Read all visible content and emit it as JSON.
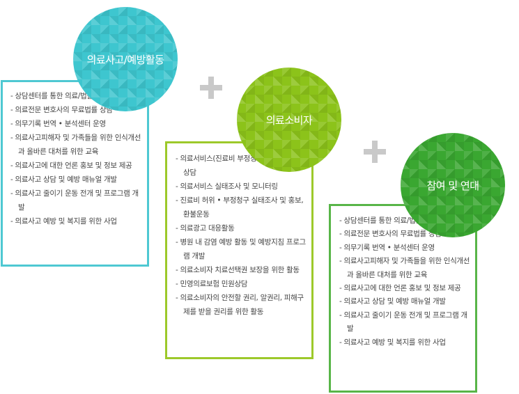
{
  "colors": {
    "circle1": "#3ec6cf",
    "circle2": "#8cc31a",
    "circle3": "#3aa731",
    "box1_border": "#4ec8d2",
    "box2_border": "#9dc92a",
    "box3_border": "#58b548",
    "plus": "#c9c9c9"
  },
  "circles": [
    {
      "label": "의료사고/예방활동"
    },
    {
      "label": "의료소비자"
    },
    {
      "label": "참여 및 연대"
    }
  ],
  "boxes": [
    {
      "items": [
        "- 상담센터를 통한 의료/법률 상담",
        "- 의료전문 변호사의 무료법률 상담",
        "- 의무기록 번역 • 분석센터 운영",
        "- 의료사고피해자 및 가족들을 위한 인식개선과 올바른 대처를 위한 교육",
        "- 의료사고에 대한 언론 홍보 및 정보 제공",
        "- 의료사고 상담 및 예방 매뉴얼 개발",
        "- 의료사고 줄이기 운동 전개 및 프로그램 개발",
        "- 의료사고 예방 및 복지를 위한 사업"
      ]
    },
    {
      "items": [
        "- 의료서비스(진료비 부정청구,보험피해사례) 상담",
        "- 의료서비스 실태조사 및 모니터링",
        "- 진료비 허위 • 부정청구 실태조사 및 홍보, 환불운동",
        "- 의료광고 대응활동",
        "- 병원 내 감염 예방 활동 및 예방지침 프로그램 개발",
        "- 의료소비자 치료선택권 보장을 위한 활동",
        "- 민영의료보험 민원상담",
        "- 의료소비자의 안전할 권리, 알권리, 피해구제를 받을 권리를 위한 활동"
      ]
    },
    {
      "items": [
        "- 상담센터를 통한 의료/법률 상담",
        "- 의료전문 변호사의 무료법률 상담",
        "- 의무기록 번역 • 분석센터 운영",
        "- 의료사고피해자 및 가족들을 위한 인식개선과 올바른 대처를 위한 교육",
        "- 의료사고에 대한 언론 홍보 및 정보 제공",
        "- 의료사고 상담 및 예방 매뉴얼 개발",
        "- 의료사고 줄이기 운동 전개 및 프로그램 개발",
        "- 의료사고 예방 및 복지를 위한 사업"
      ]
    }
  ]
}
